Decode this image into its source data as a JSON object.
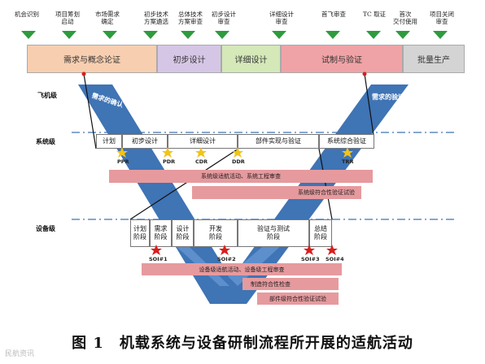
{
  "milestones": [
    {
      "label": "机会识别"
    },
    {
      "label": "项目筹划\n启动"
    },
    {
      "label": "市场需求\n确定"
    },
    {
      "label": "初步技术\n方案遴选"
    },
    {
      "label": "总体技术\n方案审查"
    },
    {
      "label": "初步设计\n审查"
    },
    {
      "label": "详细设计\n审查"
    },
    {
      "label": "首飞审查"
    },
    {
      "label": "TC 取证"
    },
    {
      "label": "首次\n交付使用"
    },
    {
      "label": "项目关闭\n审查"
    }
  ],
  "phases": [
    {
      "label": "需求与概念论证",
      "color": "#f7cfb0"
    },
    {
      "label": "初步设计",
      "color": "#d6c6e6"
    },
    {
      "label": "详细设计",
      "color": "#d4e8b8"
    },
    {
      "label": "试制与验证",
      "color": "#f0a3a6"
    },
    {
      "label": "批量生产",
      "color": "#d4d4d4"
    }
  ],
  "levels": {
    "aircraft": "飞机级",
    "system": "系统级",
    "equipment": "设备级"
  },
  "v_labels": {
    "left": "需求的确认",
    "right": "需求的验证"
  },
  "system_stages": [
    "计划",
    "初步设计",
    "详细设计",
    "部件实现与验证",
    "系统综合验证"
  ],
  "system_reviews": [
    "PPR",
    "PDR",
    "CDR",
    "DDR",
    "TRR"
  ],
  "system_bars": [
    "系统级适航活动、系统工程审查",
    "系统级符合性验证试验"
  ],
  "equipment_stages": [
    "计划\n阶段",
    "需求\n阶段",
    "设计\n阶段",
    "开发\n阶段",
    "验证与测试\n阶段",
    "总结\n阶段"
  ],
  "equipment_reviews": [
    "SOI#1",
    "SOI#2",
    "SOI#3",
    "SOI#4"
  ],
  "equipment_bars": [
    "设备级适航活动、设备级工程审查",
    "制造符合性检查",
    "部件级符合性验证试验"
  ],
  "caption": "图 1　机载系统与设备研制流程所开展的适航活动",
  "watermark": "民航资讯",
  "colors": {
    "milestone_arrow": "#2e9b3e",
    "v_shape": "#3f74b5",
    "bar": "#e69a9e",
    "star_yellow": "#f2c318",
    "star_red": "#d81e1e",
    "trace_dot": "#d81e1e"
  }
}
